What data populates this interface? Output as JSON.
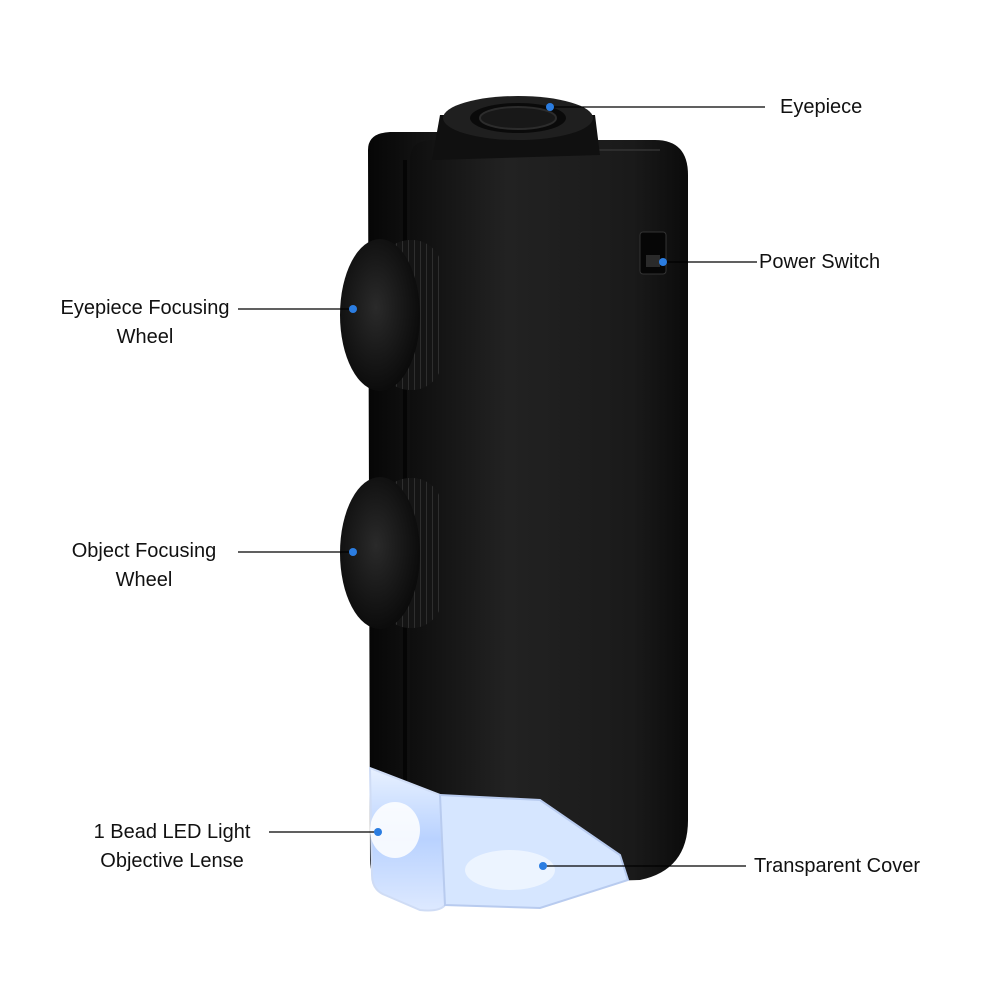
{
  "colors": {
    "background": "#ffffff",
    "body": "#1b1b1b",
    "body_shadow": "#0c0c0c",
    "leader_line": "#000000",
    "marker_dot": "#2b7de1",
    "led_glow": "#cfe3ff",
    "text": "#111111"
  },
  "icons": {
    "device": "pocket-microscope-icon",
    "marker": "blue-dot-marker"
  },
  "callouts": {
    "eyepiece": {
      "lines": [
        "Eyepiece"
      ]
    },
    "power_switch": {
      "lines": [
        "Power Switch"
      ]
    },
    "eyepiece_focusing_wheel": {
      "lines": [
        "Eyepiece Focusing",
        "Wheel"
      ]
    },
    "object_focusing_wheel": {
      "lines": [
        "Object Focusing",
        "Wheel"
      ]
    },
    "led_light": {
      "lines": [
        "1 Bead LED Light",
        "Objective Lense"
      ]
    },
    "transparent_cover": {
      "lines": [
        "Transparent Cover"
      ]
    }
  }
}
